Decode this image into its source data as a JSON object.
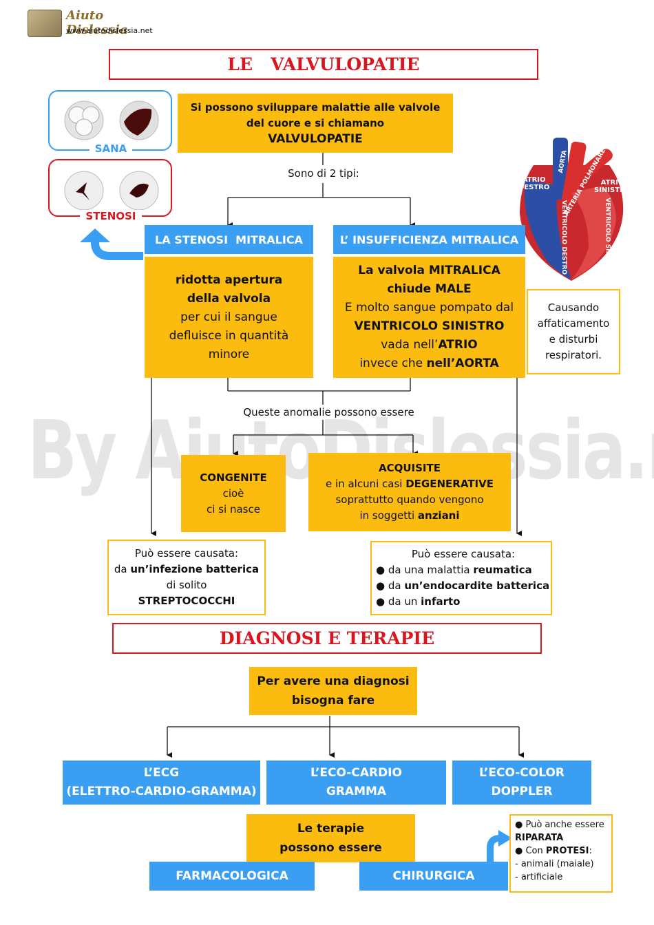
{
  "header": {
    "logo_title": "Aiuto Dislessia",
    "logo_url": "www.aiutodislessia.net"
  },
  "watermark": "By AiutoDislessia.net",
  "title": "LE   VALVULOPATIE",
  "intro": {
    "line1": "Si possono sviluppare malattie alle valvole",
    "line2": "del cuore e si chiamano",
    "line3": "VALVULOPATIE"
  },
  "types_label": "Sono di 2 tipi:",
  "valve_images": {
    "healthy_label": "SANA",
    "stenosis_label": "STENOSI"
  },
  "heart_labels": {
    "atrio_destro": "ATRIO\nDESTRO",
    "aorta": "AORTA",
    "arteria_polmonare": "ARTERIA POLMONARE",
    "atrio_sinistro": "ATRIO\nSINISTRO",
    "ventricolo_destro": "VENTRICOLO DESTRO",
    "ventricolo_sinistro": "VENTRICOLO SINISTRO"
  },
  "stenosi": {
    "header": "LA STENOSI  MITRALICA",
    "l1": "ridotta apertura",
    "l2": "della valvola",
    "l3": "per cui il sangue",
    "l4": "defluisce in quantità",
    "l5": "minore"
  },
  "insufficienza": {
    "header": "L’ INSUFFICIENZA MITRALICA",
    "l1": "La valvola MITRALICA",
    "l2": "chiude MALE",
    "l3": "E molto sangue pompato dal",
    "l4": "VENTRICOLO SINISTRO",
    "l5a": "vada nell’",
    "l5b": "ATRIO",
    "l6a": "invece che ",
    "l6b": "nell’AORTA"
  },
  "causando": {
    "l1": "Causando",
    "l2": "affaticamento",
    "l3": "e disturbi",
    "l4": "respiratori."
  },
  "anomalie_label": "Queste anomalie possono essere",
  "congenite": {
    "title": "CONGENITE",
    "l1": "cioè",
    "l2": "ci si nasce"
  },
  "acquisite": {
    "title": "ACQUISITE",
    "l1a": "e in alcuni casi ",
    "l1b": "DEGENERATIVE",
    "l2": "soprattutto quando vengono",
    "l3a": "in soggetti ",
    "l3b": "anziani"
  },
  "cause_left": {
    "l1": "Può essere causata:",
    "l2a": "da ",
    "l2b": "un’infezione batterica",
    "l3": "di solito",
    "l4": "STREPTOCOCCHI"
  },
  "cause_right": {
    "l1": "Può essere causata:",
    "b1a": "da una malattia ",
    "b1b": "reumatica",
    "b2a": "da ",
    "b2b": "un’endocardite batterica",
    "b3a": "da un ",
    "b3b": "infarto"
  },
  "diagnosi_title": "DIAGNOSI E TERAPIE",
  "diagnosi_box": {
    "l1": "Per avere una diagnosi",
    "l2": "bisogna fare"
  },
  "tests": [
    {
      "l1": "L’ECG",
      "l2": "(ELETTRO-CARDIO-GRAMMA)"
    },
    {
      "l1": "L’ECO-CARDIO",
      "l2": "GRAMMA"
    },
    {
      "l1": "L’ECO-COLOR",
      "l2": "DOPPLER"
    }
  ],
  "terapie_box": {
    "l1": "Le terapie",
    "l2": "possono essere"
  },
  "farmacologica": "FARMACOLOGICA",
  "chirurgica": "CHIRURGICA",
  "surgery_note": {
    "b1": "Può anche essere",
    "b1b": "RIPARATA",
    "b2a": "Con ",
    "b2b": "PROTESI",
    "b2c": ":",
    "d1": "- animali (maiale)",
    "d2": "- artificiale"
  },
  "colors": {
    "yellow": "#fbbb0f",
    "blue": "#3a9ef2",
    "red": "#d9161f"
  }
}
